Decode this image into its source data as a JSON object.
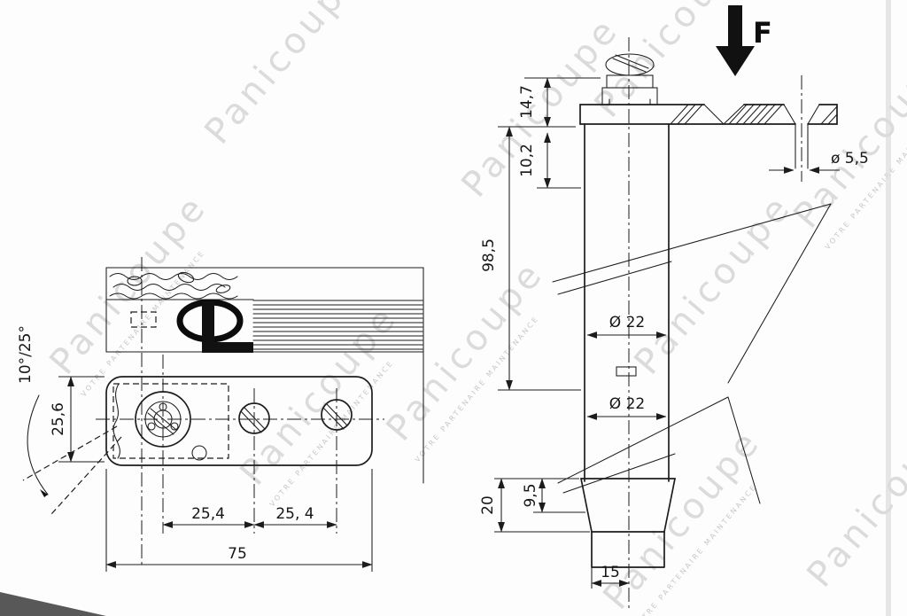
{
  "colors": {
    "ink": "#1c1c1c",
    "watermark": "#c7c7c7"
  },
  "watermark": {
    "brand": "Panicoupe",
    "tagline": "VOTRE PARTENAIRE MAINTENANCE"
  },
  "left_view": {
    "angle_label": "10°/25°",
    "width_label": "25,6",
    "hole_spacing_left": "25,4",
    "hole_spacing_right": "25, 4",
    "overall_width": "75"
  },
  "right_view": {
    "force_label": "F",
    "dim_head": "14,7",
    "dim_plate": "10,2",
    "dim_length": "98,5",
    "dia_hole": "ø 5,5",
    "dia_shaft_upper": "Ø 22",
    "dia_shaft_lower": "Ø 22",
    "dim_flange": "9,5",
    "dim_foot": "20",
    "dim_foot_width": "15"
  }
}
